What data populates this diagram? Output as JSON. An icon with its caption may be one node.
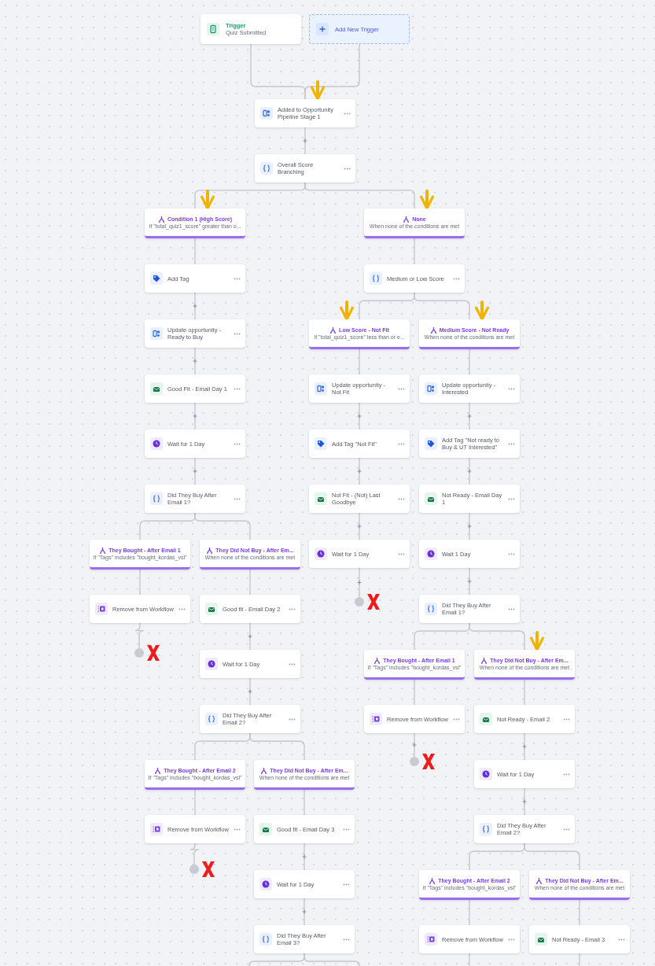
{
  "diagram": {
    "nodes": [
      {
        "text": [
          "Trigger",
          "Quiz Submitted"
        ]
      },
      {
        "text": [
          "Add New Trigger"
        ]
      },
      {
        "text": [
          "Added to Opportunity Pipeline Stage 1"
        ]
      },
      {
        "text": [
          "Overall Score Branching"
        ]
      },
      {
        "text": [
          "Condition 1 (High Score)",
          "If \"total_quiz1_score\" greater than o..."
        ]
      },
      {
        "text": [
          "None",
          "When none of the conditions are met"
        ]
      },
      {
        "text": [
          "Add Tag"
        ]
      },
      {
        "text": [
          "Medium or Low Score"
        ]
      },
      {
        "text": [
          "Update opportunity - Ready to Buy"
        ]
      },
      {
        "text": [
          "Low Score - Not Fit",
          "If \"total_quiz1_score\" less than or e..."
        ]
      },
      {
        "text": [
          "Medium Score - Not Ready",
          "When none of the conditions are met"
        ]
      },
      {
        "text": [
          "Good Fit - Email Day 1"
        ]
      },
      {
        "text": [
          "Update opportunity - Not Fit"
        ]
      },
      {
        "text": [
          "Update opportunity - Interested"
        ]
      },
      {
        "text": [
          "Wait for 1 Day"
        ]
      },
      {
        "text": [
          "Add Tag \"Not Fit\""
        ]
      },
      {
        "text": [
          "Add Tag \"Not ready to Buy & UT Interested\""
        ]
      },
      {
        "text": [
          "Did They Buy After Email 1?"
        ]
      },
      {
        "text": [
          "Not Fit - (Not) Last Goodbye"
        ]
      },
      {
        "text": [
          "Not Ready - Email Day 1"
        ]
      },
      {
        "text": [
          "They Bought - After Email 1",
          "If \"Tags\" includes \"bought_kordas_vsl\""
        ]
      },
      {
        "text": [
          "They Did Not Buy - After Em...",
          "When none of the conditions are met"
        ]
      },
      {
        "text": [
          "Wait for 1 Day"
        ]
      },
      {
        "text": [
          "Wait 1 Day"
        ]
      },
      {
        "text": [
          "Remove from Workflow"
        ]
      },
      {
        "text": [
          "Good fit - Email Day 2"
        ]
      },
      {
        "text": [],
        "shape": "circle"
      },
      {
        "text": [
          "Did They Buy After Email 1?"
        ]
      },
      {
        "text": [],
        "shape": "circle"
      },
      {
        "text": [
          "Wait for 1 Day"
        ]
      },
      {
        "text": [
          "They Bought - After Email 1",
          "If \"Tags\" includes \"bought_kordas_vsl\""
        ]
      },
      {
        "text": [
          "They Did Not Buy - After Em...",
          "When none of the conditions are met"
        ]
      },
      {
        "text": [
          "Did They Buy After Email 2?"
        ]
      },
      {
        "text": [
          "Remove from Workflow"
        ]
      },
      {
        "text": [
          "Not Ready - Email 2"
        ]
      },
      {
        "text": [
          "They Bought - After Email 2",
          "If \"Tags\" includes \"bought_kordas_vsl\""
        ]
      },
      {
        "text": [
          "They Did Not Buy - After Em...",
          "When none of the conditions are met"
        ]
      },
      {
        "text": [],
        "shape": "circle"
      },
      {
        "text": [
          "Wait for 1 Day"
        ]
      },
      {
        "text": [
          "Remove from Workflow"
        ]
      },
      {
        "text": [
          "Good fit - Email Day 3"
        ]
      },
      {
        "text": [
          "Did They Buy After Email 2?"
        ]
      },
      {
        "text": [],
        "shape": "circle"
      },
      {
        "text": [
          "Wait for 1 Day"
        ]
      },
      {
        "text": [
          "They Bought - After Email 2",
          "If \"Tags\" includes \"bought_kordas_vsl\""
        ]
      },
      {
        "text": [
          "They Did Not Buy - After Em...",
          "When none of the conditions are met"
        ]
      },
      {
        "text": [
          "Did They Buy After Email 3?"
        ]
      },
      {
        "text": [
          "Remove from Workflow"
        ]
      },
      {
        "text": [
          "Not Ready - Email 3"
        ]
      }
    ],
    "edges": [
      {
        "from": 0,
        "to": 2,
        "arrow": "none"
      },
      {
        "from": 1,
        "to": 2,
        "arrow": "none"
      },
      {
        "from": 2,
        "to": 3,
        "arrow": "none"
      },
      {
        "from": 3,
        "to": 4,
        "arrow": "none"
      },
      {
        "from": 3,
        "to": 5,
        "arrow": "none"
      },
      {
        "from": 4,
        "to": 6,
        "arrow": "none"
      },
      {
        "from": 6,
        "to": 8,
        "arrow": "none"
      },
      {
        "from": 8,
        "to": 11,
        "arrow": "none"
      },
      {
        "from": 11,
        "to": 14,
        "arrow": "none"
      },
      {
        "from": 14,
        "to": 17,
        "arrow": "none"
      },
      {
        "from": 17,
        "to": 20,
        "arrow": "none"
      },
      {
        "from": 17,
        "to": 21,
        "arrow": "none"
      },
      {
        "from": 20,
        "to": 24,
        "arrow": "none"
      },
      {
        "from": 24,
        "to": 28,
        "arrow": "none"
      },
      {
        "from": 21,
        "to": 25,
        "arrow": "none"
      },
      {
        "from": 25,
        "to": 29,
        "arrow": "none"
      },
      {
        "from": 29,
        "to": 32,
        "arrow": "none"
      },
      {
        "from": 32,
        "to": 35,
        "arrow": "none"
      },
      {
        "from": 32,
        "to": 36,
        "arrow": "none"
      },
      {
        "from": 35,
        "to": 39,
        "arrow": "none"
      },
      {
        "from": 39,
        "to": 42,
        "arrow": "none"
      },
      {
        "from": 36,
        "to": 40,
        "arrow": "none"
      },
      {
        "from": 40,
        "to": 43,
        "arrow": "none"
      },
      {
        "from": 43,
        "to": 46,
        "arrow": "none"
      },
      {
        "from": 46,
        "to": null,
        "arrow": "none"
      },
      {
        "from": 46,
        "to": null,
        "arrow": "none"
      },
      {
        "from": 5,
        "to": 7,
        "arrow": "none"
      },
      {
        "from": 7,
        "to": 9,
        "arrow": "none"
      },
      {
        "from": 7,
        "to": 10,
        "arrow": "none"
      },
      {
        "from": 9,
        "to": 12,
        "arrow": "none"
      },
      {
        "from": 12,
        "to": 15,
        "arrow": "none"
      },
      {
        "from": 15,
        "to": 18,
        "arrow": "none"
      },
      {
        "from": 18,
        "to": 22,
        "arrow": "none"
      },
      {
        "from": 22,
        "to": 26,
        "arrow": "none"
      },
      {
        "from": 10,
        "to": 13,
        "arrow": "none"
      },
      {
        "from": 13,
        "to": 16,
        "arrow": "none"
      },
      {
        "from": 16,
        "to": 19,
        "arrow": "none"
      },
      {
        "from": 19,
        "to": 23,
        "arrow": "none"
      },
      {
        "from": 23,
        "to": 27,
        "arrow": "none"
      },
      {
        "from": 27,
        "to": 30,
        "arrow": "none"
      },
      {
        "from": 27,
        "to": 31,
        "arrow": "none"
      },
      {
        "from": 30,
        "to": 33,
        "arrow": "none"
      },
      {
        "from": 33,
        "to": 37,
        "arrow": "none"
      },
      {
        "from": 31,
        "to": 34,
        "arrow": "none"
      },
      {
        "from": 34,
        "to": 38,
        "arrow": "none"
      },
      {
        "from": 38,
        "to": 41,
        "arrow": "none"
      },
      {
        "from": 41,
        "to": 44,
        "arrow": "none"
      },
      {
        "from": 41,
        "to": 45,
        "arrow": "none"
      },
      {
        "from": 44,
        "to": 47,
        "arrow": "none"
      },
      {
        "from": 45,
        "to": 48,
        "arrow": "none"
      },
      {
        "from": 47,
        "to": null,
        "arrow": "none"
      },
      {
        "from": 48,
        "to": null,
        "arrow": "none"
      },
      {
        "from": null,
        "to": 2,
        "arrow": "to",
        "style": "thick",
        "color": "#f0b400"
      },
      {
        "from": null,
        "to": 4,
        "arrow": "to",
        "style": "thick",
        "color": "#f0b400"
      },
      {
        "from": null,
        "to": 5,
        "arrow": "to",
        "style": "thick",
        "color": "#f0b400"
      },
      {
        "from": null,
        "to": 9,
        "arrow": "to",
        "style": "thick",
        "color": "#f0b400"
      },
      {
        "from": null,
        "to": 10,
        "arrow": "to",
        "style": "thick",
        "color": "#f0b400"
      },
      {
        "from": null,
        "to": 31,
        "arrow": "to",
        "style": "thick",
        "color": "#f0b400"
      }
    ]
  }
}
